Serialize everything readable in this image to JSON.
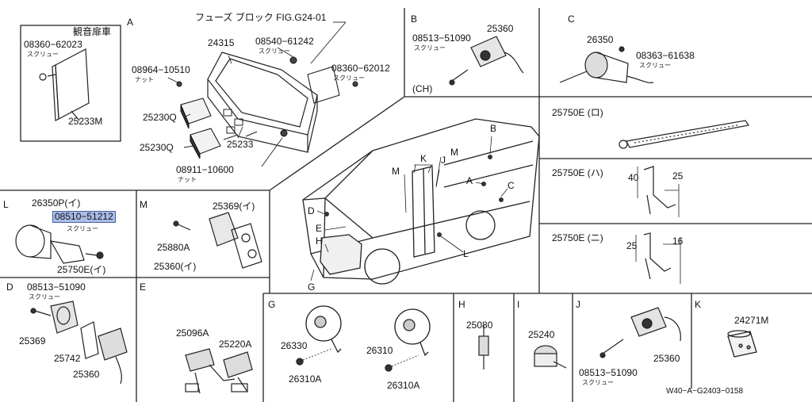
{
  "sections": {
    "A": "A",
    "B": "B",
    "C": "C",
    "L": "L",
    "M": "M",
    "D": "D",
    "E": "E",
    "G": "G",
    "H": "H",
    "I": "I",
    "J": "J",
    "K": "K"
  },
  "inset_top_left": {
    "title": "観音扉車",
    "part_screw": "08360−62023",
    "screw_note": "スクリュー",
    "part_plate": "25233M"
  },
  "section_a": {
    "title": "フューズ ブロック FIG.G24-01",
    "p1": "24315",
    "p2": "08540−61242",
    "p2_note": "スクリュー",
    "p3": "08964−10510",
    "p3_note": "ナット",
    "p4": "08360−62012",
    "p4_note": "スクリュー",
    "p5": "25230Q",
    "p6": "25230Q",
    "p7": "25233",
    "p8": "08911−10600",
    "p8_note": "ナット"
  },
  "section_b": {
    "p1": "08513−51090",
    "p1_note": "スクリュー",
    "p2": "25360",
    "tag": "(CH)"
  },
  "section_c": {
    "p1": "26350",
    "p2": "08363−61638",
    "p2_note": "スクリュー"
  },
  "straps": {
    "ro": "25750E (ロ)",
    "ha": "25750E (ハ)",
    "ha_d1": "40",
    "ha_d2": "25",
    "ni": "25750E (ニ)",
    "ni_d1": "25",
    "ni_d2": "16"
  },
  "section_l": {
    "p1": "26350P(イ)",
    "p2": "08510−51212",
    "p2_note": "スクリュー",
    "p3": "25750E(イ)"
  },
  "section_m": {
    "p1": "25369(イ)",
    "p2": "25880A",
    "p3": "25360(イ)"
  },
  "section_d": {
    "p1": "08513−51090",
    "p1_note": "スクリュー",
    "p2": "25369",
    "p3": "25742",
    "p4": "25360"
  },
  "section_e": {
    "p1": "25096A",
    "p2": "25220A"
  },
  "section_g": {
    "p1": "26330",
    "p2": "26310",
    "p3": "26310A",
    "p4": "26310A"
  },
  "section_h": {
    "p1": "25080"
  },
  "section_i": {
    "p1": "25240"
  },
  "section_j": {
    "p1": "25360",
    "p2": "08513−51090",
    "p2_note": "スクリュー"
  },
  "section_k": {
    "p1": "24271M"
  },
  "bus_callouts": {
    "b": "B",
    "k": "K",
    "j": "J",
    "m1": "M",
    "m2": "M",
    "a": "A",
    "c": "C",
    "d": "D",
    "e": "E",
    "h": "H",
    "l": "L",
    "g": "G"
  },
  "drawing_code": "W40−A−G2403−0158"
}
